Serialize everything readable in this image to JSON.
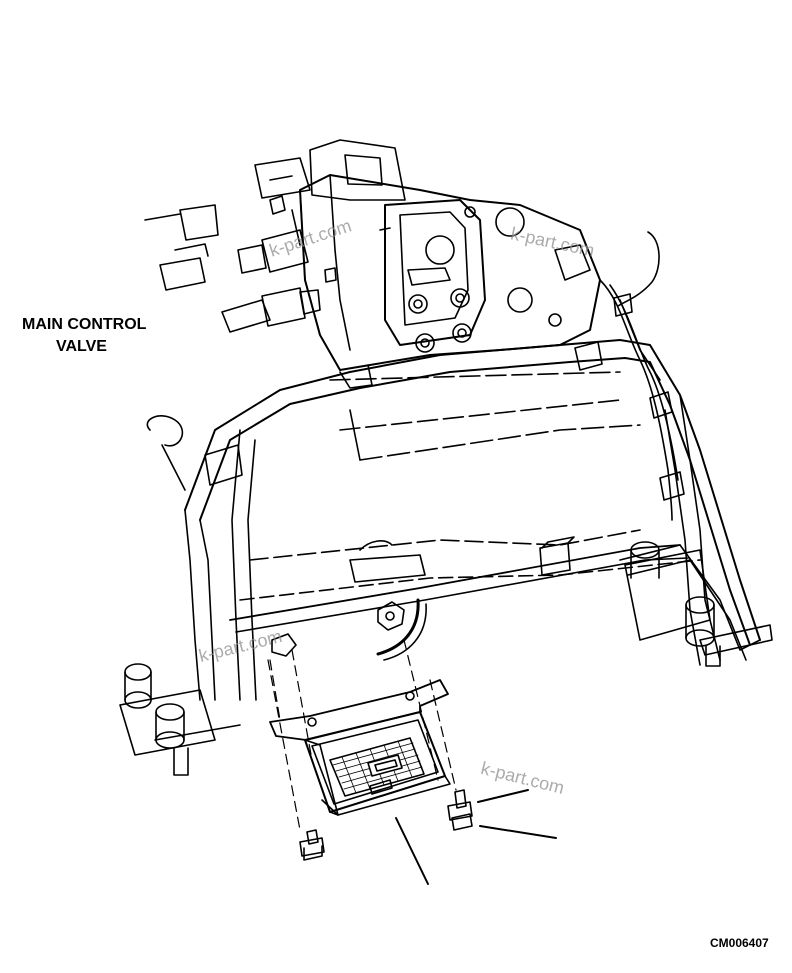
{
  "labels": {
    "main_control_valve_line1": "MAIN CONTROL",
    "main_control_valve_line2": "VALVE",
    "figure_id": "CM006407"
  },
  "watermarks": [
    "k-part.com",
    "k-part.com",
    "k-part.com",
    "k-part.com"
  ],
  "colors": {
    "line": "#000000",
    "watermark": "#8f8f8f",
    "background": "#ffffff"
  }
}
